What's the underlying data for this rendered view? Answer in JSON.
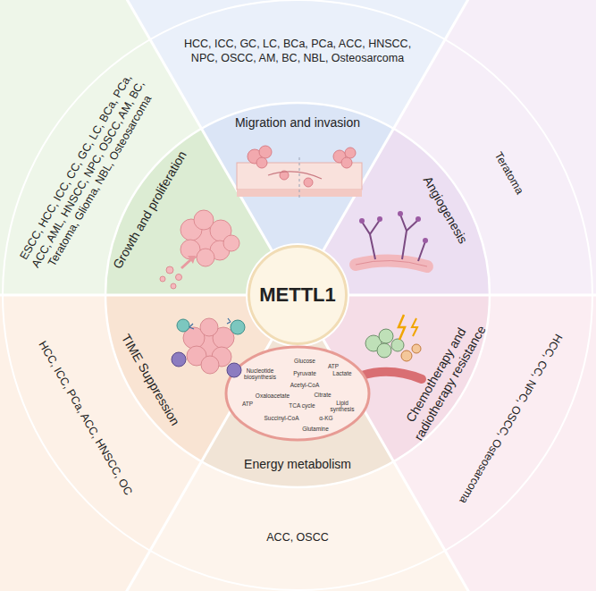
{
  "diagram": {
    "nodes": [
      {
        "text": [
          "METTL1"
        ]
      },
      {
        "text": [
          "Growth and proliferation"
        ]
      },
      {
        "text": [
          "ESCC, HCC, ICC, CC, GC, LC, BCa, PCa, ACC, AML, HNSCC, NPC, OSCC, AM, BC, Teratoma, Glioma, NBL, Osteosarcoma"
        ]
      },
      {
        "text": [
          "Migration and invasion"
        ]
      },
      {
        "text": [
          "HCC, ICC, GC, LC, BCa, PCa, ACC, HNSCC, NPC, OSCC, AM, BC, NBL, Osteosarcoma"
        ]
      },
      {
        "text": [
          "Angiogenesis"
        ]
      },
      {
        "text": [
          "Teratoma"
        ]
      },
      {
        "text": [
          "Chemotherapy and radiotherapy resistance"
        ]
      },
      {
        "text": [
          "HCC, CC, NPC, OSCC, Osteosarcoma"
        ]
      },
      {
        "text": [
          "Energy metabolism"
        ]
      },
      {
        "text": [
          "ACC, OSCC"
        ]
      },
      {
        "text": [
          "TIME Suppression"
        ]
      },
      {
        "text": [
          "HCC, ICC, PCa, ACC, HNSCC, OC"
        ]
      }
    ],
    "labels": [
      "Glucose",
      "ATP",
      "Nucleotide biosynthesis",
      "Pyruvate",
      "Lactate",
      "Acetyl-CoA",
      "Oxaloacetate",
      "Citrate",
      "TCA cycle",
      "ATP",
      "Lipid synthesis",
      "Succinyl-CoA",
      "α-KG",
      "Glutamine"
    ]
  }
}
